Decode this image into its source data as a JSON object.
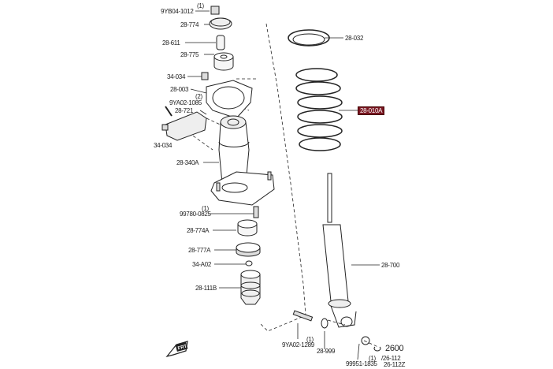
{
  "title": "Rear suspension strut exploded parts diagram",
  "highlight_color": "#7a1722",
  "labels": {
    "p9yb04": "9YB04-1012",
    "p9yb04_qty": "(1)",
    "p28774": "28-774",
    "p28611": "28-611",
    "p28775": "28-775",
    "p34034a": "34-034",
    "p28003": "28-003",
    "p9ya02_1085": "9YA02-1085",
    "p9ya02_1085_qty": "(2)",
    "p28721": "28-721",
    "p34034b": "34-034",
    "p28340a": "28-340A",
    "p99780": "99780-0825",
    "p99780_qty": "(1)",
    "p28774a": "28-774A",
    "p28777a": "28-777A",
    "p34a02": "34-A02",
    "p28111b": "28-111B",
    "p28032": "28-032",
    "p28010a": "28-010A",
    "p28700": "28-700",
    "p9ya02_1289": "9YA02-1289",
    "p9ya02_1289_qty": "(1)",
    "p28999": "28-999",
    "p99951": "99951-1835",
    "p99951_qty": "(1)",
    "p2600": "2600",
    "p26112": "/26-112",
    "p26112z": "26-112Z"
  },
  "front_arrow_text": "FRT"
}
